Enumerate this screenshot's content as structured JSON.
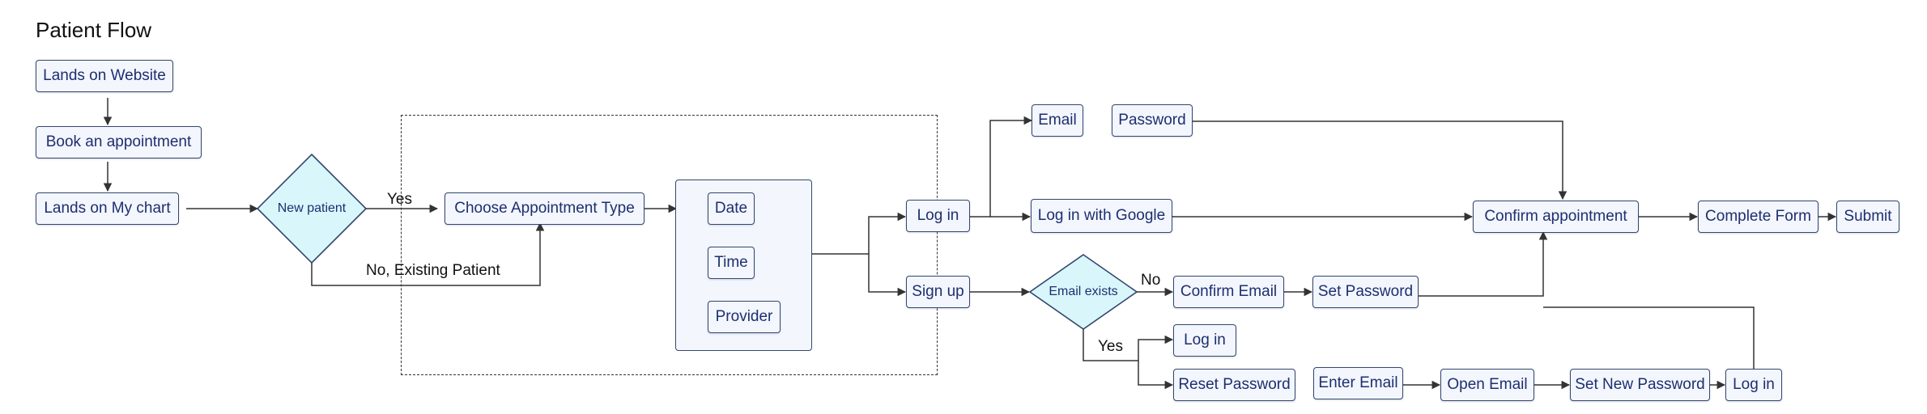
{
  "title": "Patient Flow",
  "colors": {
    "node_fill": "#f3f6fd",
    "node_border": "#33476e",
    "node_text": "#1d2f6f",
    "diamond_fill": "#d9f6fb",
    "line": "#333333"
  },
  "nodes": {
    "lands_on_website": "Lands on Website",
    "book_appointment": "Book an appointment",
    "lands_on_my_chart": "Lands on My chart",
    "choose_appointment_type": "Choose Appointment Type",
    "date": "Date",
    "time": "Time",
    "provider": "Provider",
    "log_in": "Log in",
    "sign_up": "Sign up",
    "email": "Email",
    "password": "Password",
    "log_in_with_google": "Log in with Google",
    "confirm_appointment": "Confirm appointment",
    "complete_form": "Complete Form",
    "submit": "Submit",
    "confirm_email": "Confirm Email",
    "set_password": "Set Password",
    "log_in_2": "Log in",
    "reset_password": "Reset Password",
    "enter_email": "Enter Email",
    "open_email": "Open Email",
    "set_new_password": "Set New Password",
    "log_in_3": "Log in"
  },
  "decisions": {
    "new_patient": "New patient",
    "email_exists": "Email exists"
  },
  "edge_labels": {
    "yes_new": "Yes",
    "no_existing": "No, Existing Patient",
    "no_email": "No",
    "yes_email": "Yes"
  }
}
